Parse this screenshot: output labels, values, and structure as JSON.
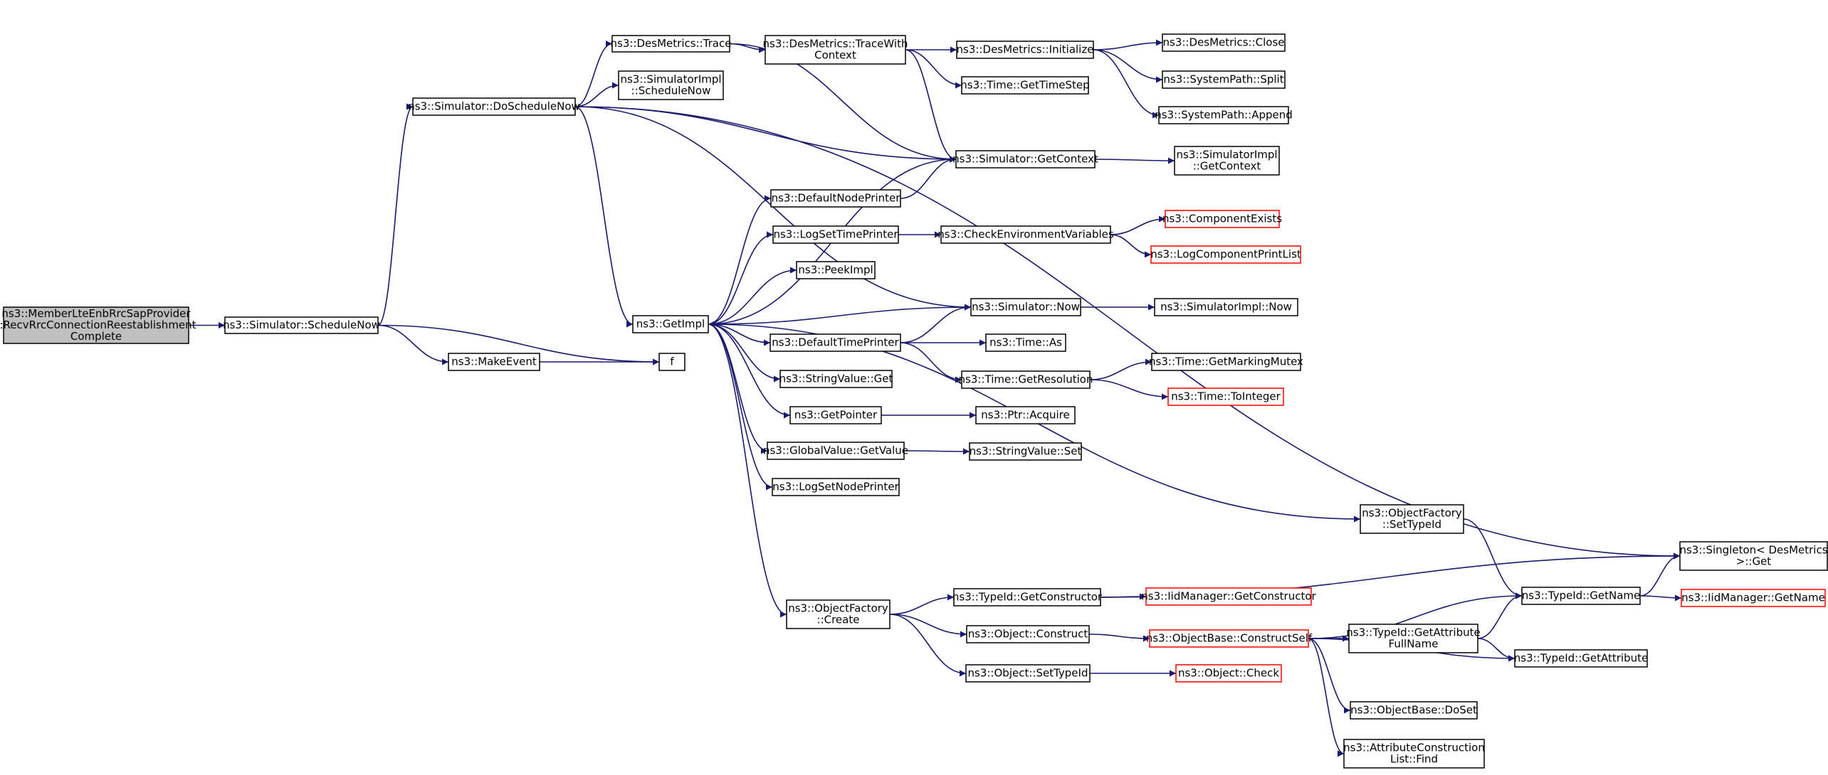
{
  "colors": {
    "edge": "#191970",
    "root_fill": "#bfbfbf",
    "node_border": "#000000",
    "incomplete_border": "#ff0000",
    "background": "#ffffff"
  },
  "nodes": [
    {
      "id": "root",
      "lines": [
        "ns3::MemberLteEnbRrcSapProvider",
        "::RecvRrcConnectionReestablishment",
        "Complete"
      ],
      "style": "root"
    },
    {
      "id": "scheduleNow",
      "lines": [
        "ns3::Simulator::ScheduleNow"
      ]
    },
    {
      "id": "doScheduleNow",
      "lines": [
        "ns3::Simulator::DoScheduleNow"
      ]
    },
    {
      "id": "makeEvent",
      "lines": [
        "ns3::MakeEvent"
      ]
    },
    {
      "id": "f",
      "lines": [
        "f"
      ]
    },
    {
      "id": "desTrace",
      "lines": [
        "ns3::DesMetrics::Trace"
      ]
    },
    {
      "id": "simImplScheduleNow",
      "lines": [
        "ns3::SimulatorImpl",
        "::ScheduleNow"
      ]
    },
    {
      "id": "getImpl",
      "lines": [
        "ns3::GetImpl"
      ]
    },
    {
      "id": "traceWithContext",
      "lines": [
        "ns3::DesMetrics::TraceWith",
        "Context"
      ]
    },
    {
      "id": "desInitialize",
      "lines": [
        "ns3::DesMetrics::Initialize"
      ]
    },
    {
      "id": "desClose",
      "lines": [
        "ns3::DesMetrics::Close"
      ]
    },
    {
      "id": "sysSplit",
      "lines": [
        "ns3::SystemPath::Split"
      ]
    },
    {
      "id": "sysAppend",
      "lines": [
        "ns3::SystemPath::Append"
      ]
    },
    {
      "id": "getTimeStep",
      "lines": [
        "ns3::Time::GetTimeStep"
      ]
    },
    {
      "id": "simGetContext",
      "lines": [
        "ns3::Simulator::GetContext"
      ]
    },
    {
      "id": "simImplGetContext",
      "lines": [
        "ns3::SimulatorImpl",
        "::GetContext"
      ]
    },
    {
      "id": "defaultNodePrinter",
      "lines": [
        "ns3::DefaultNodePrinter"
      ]
    },
    {
      "id": "logSetTimePrinter",
      "lines": [
        "ns3::LogSetTimePrinter"
      ]
    },
    {
      "id": "checkEnv",
      "lines": [
        "ns3::CheckEnvironmentVariables"
      ]
    },
    {
      "id": "componentExists",
      "lines": [
        "ns3::ComponentExists"
      ],
      "style": "red"
    },
    {
      "id": "logComponentPrintList",
      "lines": [
        "ns3::LogComponentPrintList"
      ],
      "style": "red"
    },
    {
      "id": "peekImpl",
      "lines": [
        "ns3::PeekImpl"
      ]
    },
    {
      "id": "simNow",
      "lines": [
        "ns3::Simulator::Now"
      ]
    },
    {
      "id": "simImplNow",
      "lines": [
        "ns3::SimulatorImpl::Now"
      ]
    },
    {
      "id": "defaultTimePrinter",
      "lines": [
        "ns3::DefaultTimePrinter"
      ]
    },
    {
      "id": "timeAs",
      "lines": [
        "ns3::Time::As"
      ]
    },
    {
      "id": "getResolution",
      "lines": [
        "ns3::Time::GetResolution"
      ]
    },
    {
      "id": "getMarkingMutex",
      "lines": [
        "ns3::Time::GetMarkingMutex"
      ]
    },
    {
      "id": "toInteger",
      "lines": [
        "ns3::Time::ToInteger"
      ],
      "style": "red"
    },
    {
      "id": "stringValueGet",
      "lines": [
        "ns3::StringValue::Get"
      ]
    },
    {
      "id": "getPointer",
      "lines": [
        "ns3::GetPointer"
      ]
    },
    {
      "id": "ptrAcquire",
      "lines": [
        "ns3::Ptr::Acquire"
      ]
    },
    {
      "id": "globalGetValue",
      "lines": [
        "ns3::GlobalValue::GetValue"
      ]
    },
    {
      "id": "stringValueSet",
      "lines": [
        "ns3::StringValue::Set"
      ]
    },
    {
      "id": "logSetNodePrinter",
      "lines": [
        "ns3::LogSetNodePrinter"
      ]
    },
    {
      "id": "ofSetTypeId",
      "lines": [
        "ns3::ObjectFactory",
        "::SetTypeId"
      ]
    },
    {
      "id": "singletonGet",
      "lines": [
        "ns3::Singleton< DesMetrics",
        ">::Get"
      ]
    },
    {
      "id": "ofCreate",
      "lines": [
        "ns3::ObjectFactory",
        "::Create"
      ]
    },
    {
      "id": "getConstructor",
      "lines": [
        "ns3::TypeId::GetConstructor"
      ]
    },
    {
      "id": "iidGetConstructor",
      "lines": [
        "ns3::IidManager::GetConstructor"
      ],
      "style": "red"
    },
    {
      "id": "typeIdGetName",
      "lines": [
        "ns3::TypeId::GetName"
      ]
    },
    {
      "id": "iidGetName",
      "lines": [
        "ns3::IidManager::GetName"
      ],
      "style": "red"
    },
    {
      "id": "objConstruct",
      "lines": [
        "ns3::Object::Construct"
      ]
    },
    {
      "id": "constructSelf",
      "lines": [
        "ns3::ObjectBase::ConstructSelf"
      ],
      "style": "red"
    },
    {
      "id": "getAttrFullName",
      "lines": [
        "ns3::TypeId::GetAttribute",
        "FullName"
      ]
    },
    {
      "id": "getAttribute",
      "lines": [
        "ns3::TypeId::GetAttribute"
      ]
    },
    {
      "id": "objSetTypeId",
      "lines": [
        "ns3::Object::SetTypeId"
      ]
    },
    {
      "id": "objCheck",
      "lines": [
        "ns3::Object::Check"
      ],
      "style": "red"
    },
    {
      "id": "doSet",
      "lines": [
        "ns3::ObjectBase::DoSet"
      ]
    },
    {
      "id": "attrListFind",
      "lines": [
        "ns3::AttributeConstruction",
        "List::Find"
      ]
    }
  ],
  "edges": [
    [
      "root",
      "scheduleNow"
    ],
    [
      "scheduleNow",
      "doScheduleNow"
    ],
    [
      "scheduleNow",
      "f"
    ],
    [
      "scheduleNow",
      "makeEvent"
    ],
    [
      "makeEvent",
      "f"
    ],
    [
      "doScheduleNow",
      "desTrace"
    ],
    [
      "doScheduleNow",
      "simImplScheduleNow"
    ],
    [
      "doScheduleNow",
      "getImpl"
    ],
    [
      "doScheduleNow",
      "simNow"
    ],
    [
      "doScheduleNow",
      "singletonGet"
    ],
    [
      "doScheduleNow",
      "simGetContext"
    ],
    [
      "desTrace",
      "traceWithContext"
    ],
    [
      "desTrace",
      "simGetContext"
    ],
    [
      "traceWithContext",
      "desInitialize"
    ],
    [
      "traceWithContext",
      "getTimeStep"
    ],
    [
      "traceWithContext",
      "simGetContext"
    ],
    [
      "desInitialize",
      "desClose"
    ],
    [
      "desInitialize",
      "sysSplit"
    ],
    [
      "desInitialize",
      "sysAppend"
    ],
    [
      "simGetContext",
      "getImpl"
    ],
    [
      "simGetContext",
      "simImplGetContext"
    ],
    [
      "getImpl",
      "defaultNodePrinter"
    ],
    [
      "getImpl",
      "logSetTimePrinter"
    ],
    [
      "getImpl",
      "peekImpl"
    ],
    [
      "getImpl",
      "defaultTimePrinter"
    ],
    [
      "getImpl",
      "stringValueGet"
    ],
    [
      "getImpl",
      "getPointer"
    ],
    [
      "getImpl",
      "globalGetValue"
    ],
    [
      "getImpl",
      "logSetNodePrinter"
    ],
    [
      "getImpl",
      "ofSetTypeId"
    ],
    [
      "getImpl",
      "ofCreate"
    ],
    [
      "defaultNodePrinter",
      "simGetContext"
    ],
    [
      "logSetTimePrinter",
      "checkEnv"
    ],
    [
      "checkEnv",
      "componentExists"
    ],
    [
      "checkEnv",
      "logComponentPrintList"
    ],
    [
      "simNow",
      "getImpl"
    ],
    [
      "simNow",
      "simImplNow"
    ],
    [
      "defaultTimePrinter",
      "simNow"
    ],
    [
      "defaultTimePrinter",
      "timeAs"
    ],
    [
      "defaultTimePrinter",
      "getResolution"
    ],
    [
      "getResolution",
      "getMarkingMutex"
    ],
    [
      "getResolution",
      "toInteger"
    ],
    [
      "getPointer",
      "ptrAcquire"
    ],
    [
      "globalGetValue",
      "stringValueSet"
    ],
    [
      "ofSetTypeId",
      "typeIdGetName"
    ],
    [
      "ofCreate",
      "getConstructor"
    ],
    [
      "ofCreate",
      "objConstruct"
    ],
    [
      "ofCreate",
      "objSetTypeId"
    ],
    [
      "getConstructor",
      "iidGetConstructor"
    ],
    [
      "getConstructor",
      "singletonGet"
    ],
    [
      "objConstruct",
      "constructSelf"
    ],
    [
      "constructSelf",
      "typeIdGetName"
    ],
    [
      "constructSelf",
      "getAttrFullName"
    ],
    [
      "constructSelf",
      "getAttribute"
    ],
    [
      "constructSelf",
      "doSet"
    ],
    [
      "constructSelf",
      "attrListFind"
    ],
    [
      "getAttrFullName",
      "typeIdGetName"
    ],
    [
      "getAttrFullName",
      "getAttribute"
    ],
    [
      "typeIdGetName",
      "singletonGet"
    ],
    [
      "typeIdGetName",
      "iidGetName"
    ],
    [
      "objSetTypeId",
      "objCheck"
    ]
  ]
}
